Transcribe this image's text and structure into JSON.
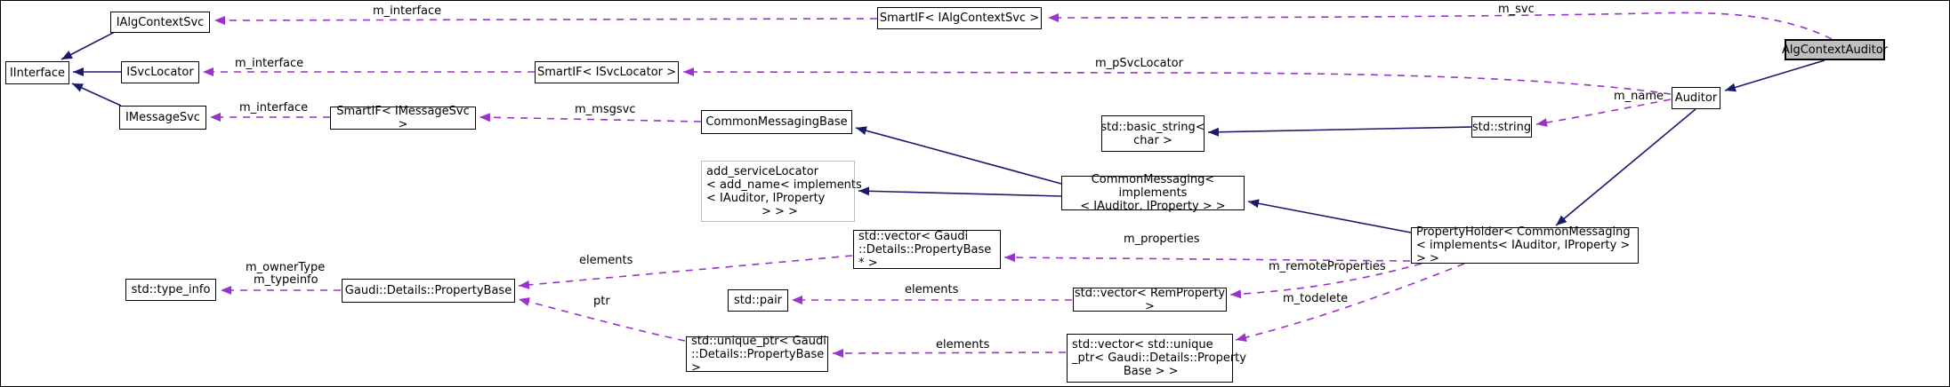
{
  "diagram": {
    "type": "collaboration-graph",
    "colors": {
      "inheritance_edge": "#191970",
      "usage_edge": "#9a32cd",
      "node_border": "#000000",
      "highlight_fill": "#bfbfbf",
      "gray_node_border": "#bdbdbd",
      "background": "#ffffff"
    },
    "nodes": {
      "iinterface": {
        "label": "IInterface"
      },
      "ialgcontextsvc": {
        "label": "IAlgContextSvc"
      },
      "isvclocator": {
        "label": "ISvcLocator"
      },
      "imessagesvc": {
        "label": "IMessageSvc"
      },
      "smartif_imessagesvc": {
        "label": "SmartIF< IMessageSvc >"
      },
      "smartif_isvclocator": {
        "label": "SmartIF< ISvcLocator >"
      },
      "smartif_ialgcontextsvc": {
        "label": "SmartIF< IAlgContextSvc >"
      },
      "commonmessagingbase": {
        "label": "CommonMessagingBase"
      },
      "add_servicelocator": {
        "label": "add_serviceLocator\n< add_name< implements\n< IAuditor, IProperty\n               > > >"
      },
      "basic_string": {
        "label": "std::basic_string<\nchar >"
      },
      "std_string": {
        "label": "std::string"
      },
      "auditor": {
        "label": "Auditor"
      },
      "algcontextauditor": {
        "label": "AlgContextAuditor"
      },
      "commonmessaging": {
        "label": "CommonMessaging< implements\n< IAuditor, IProperty > >"
      },
      "propertyholder": {
        "label": "PropertyHolder< CommonMessaging\n< implements< IAuditor, IProperty > > >"
      },
      "vector_propertybase": {
        "label": "std::vector< Gaudi\n::Details::PropertyBase * >"
      },
      "std_pair": {
        "label": "std::pair"
      },
      "vector_remproperty": {
        "label": "std::vector< RemProperty >"
      },
      "unique_ptr": {
        "label": "std::unique_ptr< Gaudi\n::Details::PropertyBase >"
      },
      "vector_unique_ptr": {
        "label": "std::vector< std::unique\n_ptr< Gaudi::Details::Property\n              Base > >"
      },
      "type_info": {
        "label": "std::type_info"
      },
      "propertybase": {
        "label": "Gaudi::Details::PropertyBase"
      }
    },
    "edge_labels": {
      "m_interface_algcontext": "m_interface",
      "m_interface_svclocator": "m_interface",
      "m_interface_messagesvc": "m_interface",
      "m_svc": "m_svc",
      "m_psvclocator": "m_pSvcLocator",
      "m_msgsvc": "m_msgsvc",
      "m_name": "m_name",
      "m_properties": "m_properties",
      "m_remoteproperties": "m_remoteProperties",
      "m_todelete": "m_todelete",
      "elements_properties": "elements",
      "elements_pair": "elements",
      "elements_unique": "elements",
      "ptr": "ptr",
      "m_ownertype": "m_ownerType",
      "m_typeinfo": "m_typeinfo"
    }
  }
}
